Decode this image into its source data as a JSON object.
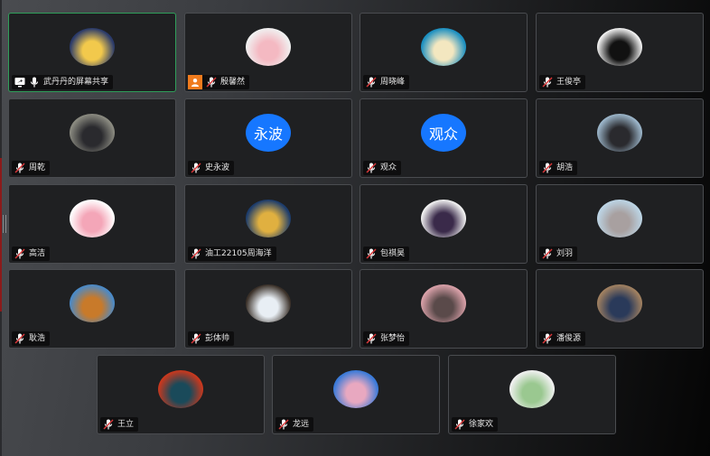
{
  "colors": {
    "tile_bg": "#1f2022",
    "active_border": "#2f9e5a",
    "text_avatar_blue": "#1677ff",
    "host_badge": "#f07b1d",
    "mute_slash": "#d9383a"
  },
  "participants": [
    {
      "name": "武丹丹的屏幕共享",
      "mic": "on",
      "screen_share": true,
      "active": true,
      "avatar": {
        "type": "image",
        "colors": [
          "#2a3a6a",
          "#f2c94c"
        ]
      }
    },
    {
      "name": "殷馨然",
      "mic": "muted",
      "host": true,
      "avatar": {
        "type": "image",
        "colors": [
          "#f0f0f0",
          "#f4b9c2"
        ]
      }
    },
    {
      "name": "周晓峰",
      "mic": "muted",
      "avatar": {
        "type": "image",
        "colors": [
          "#1b8fc0",
          "#f3e7c0"
        ]
      }
    },
    {
      "name": "王俊亭",
      "mic": "muted",
      "avatar": {
        "type": "image",
        "colors": [
          "#eeeeee",
          "#111111"
        ]
      }
    },
    {
      "name": "周乾",
      "mic": "muted",
      "avatar": {
        "type": "image",
        "colors": [
          "#8a8a80",
          "#2a2a2e"
        ]
      }
    },
    {
      "name": "史永波",
      "mic": "muted",
      "avatar": {
        "type": "text",
        "text": "永波",
        "colors": [
          "#1677ff",
          "#1677ff"
        ]
      }
    },
    {
      "name": "观众",
      "mic": "muted",
      "avatar": {
        "type": "text",
        "text": "观众",
        "colors": [
          "#1677ff",
          "#1677ff"
        ]
      }
    },
    {
      "name": "胡浩",
      "mic": "muted",
      "avatar": {
        "type": "image",
        "colors": [
          "#9ab4c8",
          "#2a2a2e"
        ]
      }
    },
    {
      "name": "高洁",
      "mic": "muted",
      "avatar": {
        "type": "image",
        "colors": [
          "#ffffff",
          "#f4a6b8"
        ]
      }
    },
    {
      "name": "油工22105周海洋",
      "mic": "muted",
      "avatar": {
        "type": "image",
        "colors": [
          "#1c3c6c",
          "#e0b040"
        ]
      }
    },
    {
      "name": "包祺昊",
      "mic": "muted",
      "avatar": {
        "type": "image",
        "colors": [
          "#f0f0f0",
          "#3a2a4a"
        ]
      }
    },
    {
      "name": "刘羽",
      "mic": "muted",
      "avatar": {
        "type": "image",
        "colors": [
          "#bcd4e4",
          "#a8a0a0"
        ]
      }
    },
    {
      "name": "耿浩",
      "mic": "muted",
      "avatar": {
        "type": "image",
        "colors": [
          "#4a8ac8",
          "#c87a2a"
        ]
      }
    },
    {
      "name": "彭体帅",
      "mic": "muted",
      "avatar": {
        "type": "image",
        "colors": [
          "#3a3028",
          "#e8eef4"
        ]
      }
    },
    {
      "name": "张梦怡",
      "mic": "muted",
      "avatar": {
        "type": "image",
        "colors": [
          "#d8a0a8",
          "#5a4a4a"
        ]
      }
    },
    {
      "name": "潘俊源",
      "mic": "muted",
      "avatar": {
        "type": "image",
        "colors": [
          "#a08060",
          "#2a3a5a"
        ]
      }
    },
    {
      "name": "王立",
      "mic": "muted",
      "avatar": {
        "type": "image",
        "colors": [
          "#c8381e",
          "#1a4a5a"
        ]
      }
    },
    {
      "name": "龙远",
      "mic": "muted",
      "avatar": {
        "type": "image",
        "colors": [
          "#3a7ad8",
          "#e8a8c0"
        ]
      }
    },
    {
      "name": "徐家欢",
      "mic": "muted",
      "avatar": {
        "type": "image",
        "colors": [
          "#f0f0f0",
          "#9ac890"
        ]
      }
    }
  ]
}
